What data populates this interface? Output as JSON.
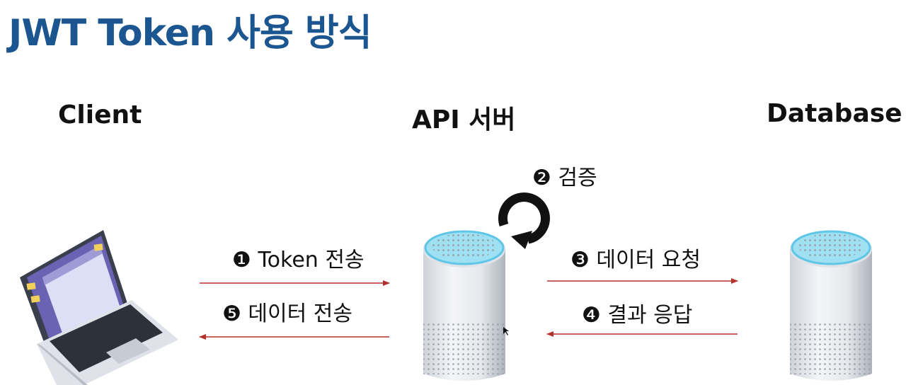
{
  "title": "JWT Token 사용 방식",
  "nodes": {
    "client": "Client",
    "api_server": "API 서버",
    "database": "Database"
  },
  "steps": {
    "step1": "❶ Token 전송",
    "step2": "❷ 검증",
    "step3": "❸ 데이터 요청",
    "step4": "❹ 결과 응답",
    "step5": "❺ 데이터 전송"
  },
  "colors": {
    "title": "#1b5691",
    "arrow": "#b5312b"
  },
  "icons": [
    "laptop-icon",
    "server-icon",
    "refresh-arrow-icon",
    "database-server-icon"
  ]
}
